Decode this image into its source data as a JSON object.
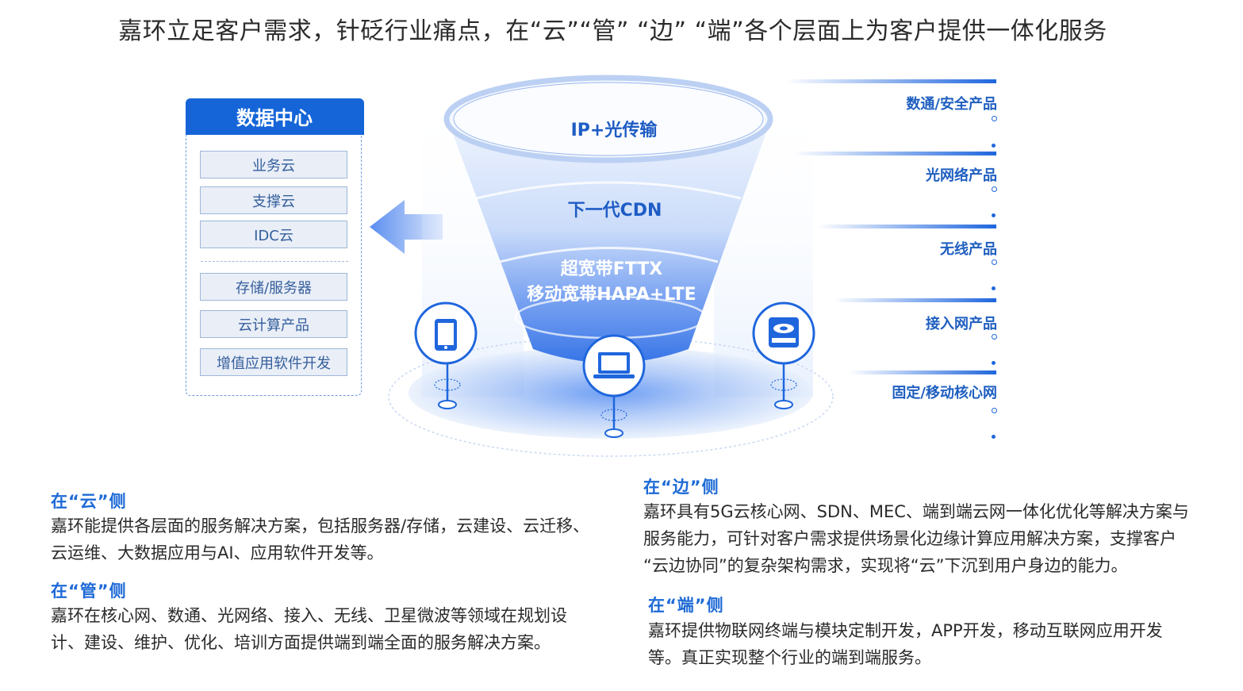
{
  "headline": "嘉环立足客户需求，针砭行业痛点，在“云”“管”  “边”  “端”各个层面上为客户提供一体化服务",
  "data_center": {
    "title": "数据中心",
    "items_top": [
      "业务云",
      "支撑云",
      "IDC云"
    ],
    "items_bottom": [
      "存储/服务器",
      "云计算产品",
      "增值应用软件开发"
    ]
  },
  "funnel": {
    "layer1": "IP+光传输",
    "layer2": "下一代CDN",
    "layer3_line1": "超宽带FTTX",
    "layer3_line2": "移动宽带HAPA+LTE",
    "devices": [
      "phone-icon",
      "laptop-icon",
      "server-icon"
    ]
  },
  "products": [
    "数通/安全产品",
    "光网络产品",
    "无线产品",
    "接入网产品",
    "固定/移动核心网"
  ],
  "sections": {
    "cloud": {
      "title": "在“云”侧",
      "lines": [
        "嘉环能提供各层面的服务解决方案，包括服务器/存储，云建设、云迁移、",
        "云运维、大数据应用与AI、应用软件开发等。"
      ]
    },
    "pipe": {
      "title": "在“管”侧",
      "lines": [
        "嘉环在核心网、数通、光网络、接入、无线、卫星微波等领域在规划设",
        "计、建设、维护、优化、培训方面提供端到端全面的服务解决方案。"
      ]
    },
    "edge": {
      "title": "在“边”侧",
      "lines": [
        "嘉环具有5G云核心网、SDN、MEC、端到端云网一体化优化等解决方案与",
        "服务能力，可针对客户需求提供场景化边缘计算应用解决方案，支撑客户",
        "“云边协同”的复杂架构需求，实现将“云”下沉到用户身边的能力。"
      ]
    },
    "end": {
      "title": "在“端”侧",
      "lines": [
        "嘉环提供物联网终端与模块定制开发，APP开发，移动互联网应用开发",
        "等。真正实现整个行业的端到端服务。"
      ]
    }
  },
  "colors": {
    "primary": "#1565d8",
    "accent_text": "#1e6ad6",
    "panel_border": "#6f9ae0"
  }
}
